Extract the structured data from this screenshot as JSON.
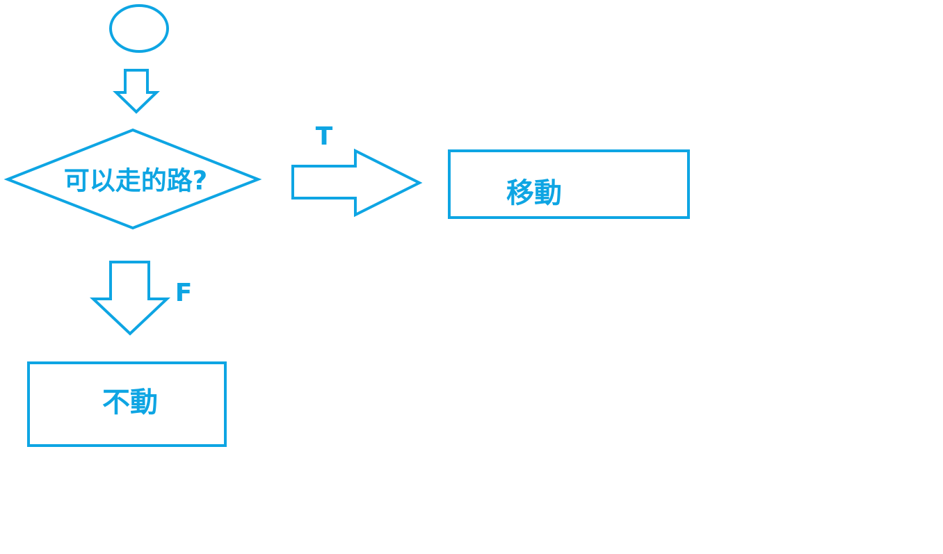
{
  "colors": {
    "stroke": "#0ea5e3",
    "text": "#0ea5e3",
    "background": "#ffffff"
  },
  "nodes": {
    "decision": {
      "label": "可以走的路?"
    },
    "true_action": {
      "label": "移動"
    },
    "false_action": {
      "label": "不動"
    }
  },
  "edges": {
    "true_branch": {
      "label": "T"
    },
    "false_branch": {
      "label": "F"
    }
  }
}
